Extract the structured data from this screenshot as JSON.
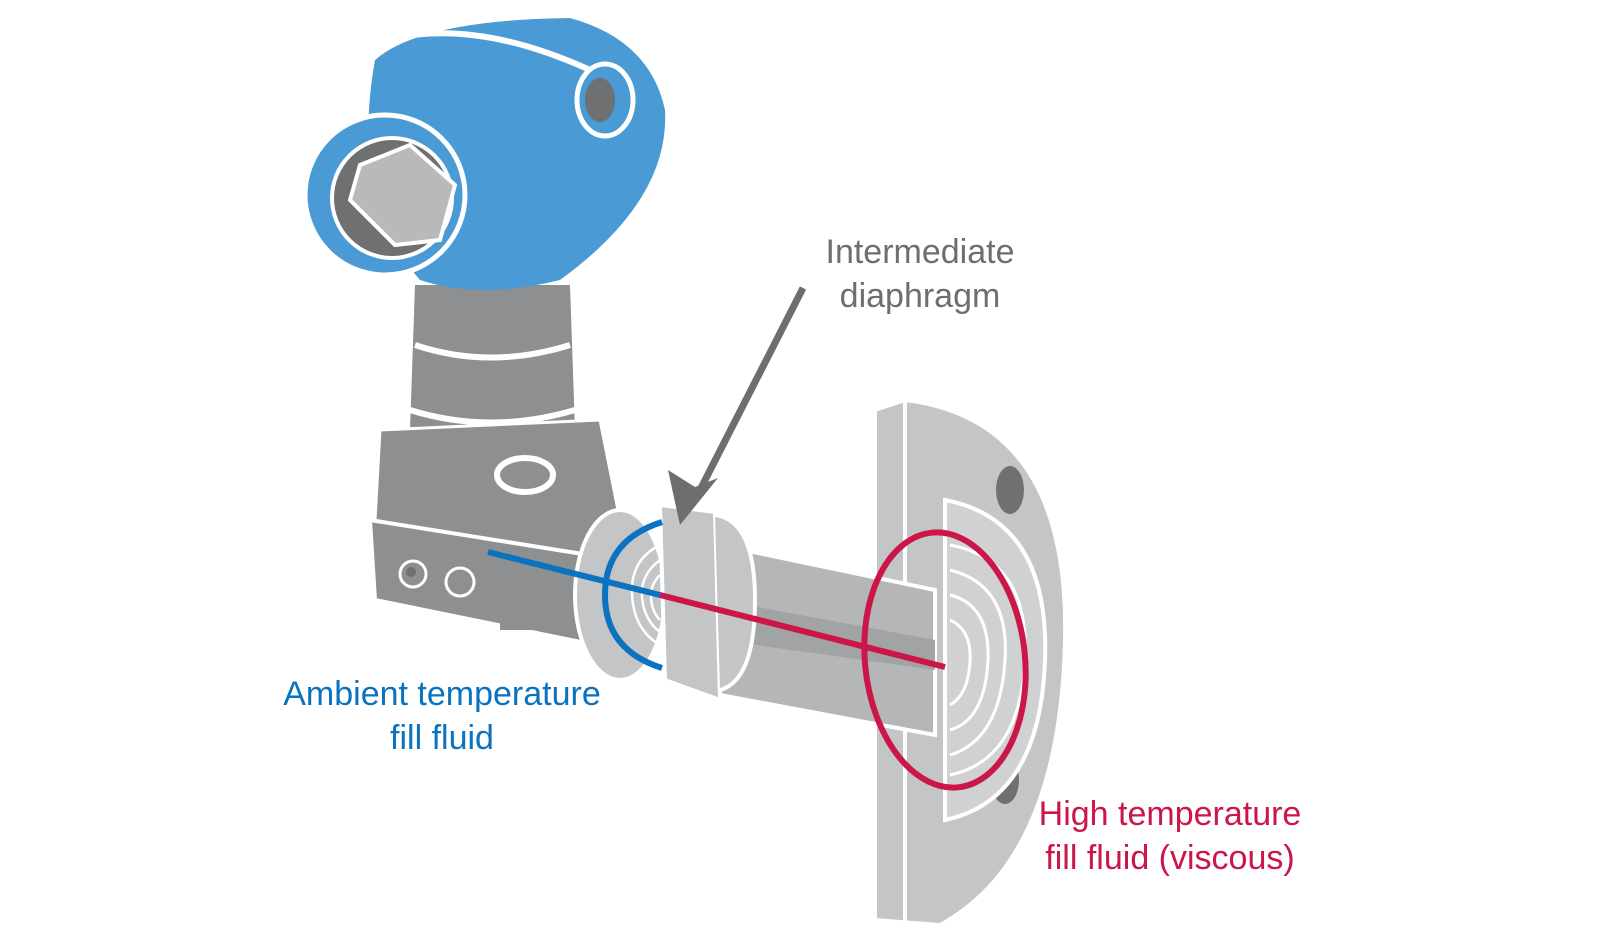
{
  "labels": {
    "intermediate": [
      "Intermediate",
      "diaphragm"
    ],
    "ambient": [
      "Ambient temperature",
      "fill fluid"
    ],
    "high": [
      "High temperature",
      "fill fluid (viscous)"
    ]
  },
  "colors": {
    "ambient": "#0a72bf",
    "high": "#cc1549",
    "annotation": "#6d6e70",
    "housing": "#4a9bd5",
    "body_dark": "#8e8f91",
    "body_light": "#c4c5c7"
  }
}
